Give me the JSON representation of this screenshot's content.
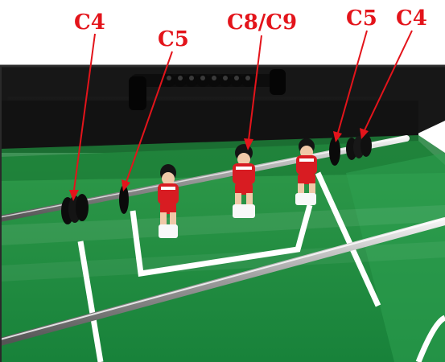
{
  "image": {
    "labels": {
      "c4_left": "C4",
      "c5_left": "C5",
      "c8_c9": "C8/C9",
      "c5_right": "C5",
      "c4_right": "C4"
    },
    "colors": {
      "label_red": "#e3141b",
      "field_green": "#1f8f3e",
      "cabinet_black": "#151515",
      "player_red": "#d81c22"
    }
  }
}
